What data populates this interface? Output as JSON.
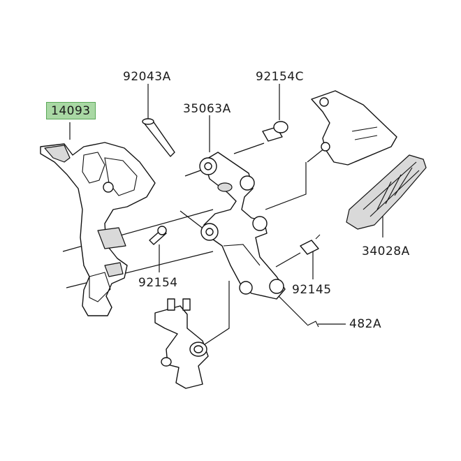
{
  "diagram": {
    "highlight_color": "#a9d8a4",
    "highlight_border": "#5aa858",
    "labels": {
      "p14093": "14093",
      "p92043A": "92043A",
      "p35063A": "35063A",
      "p92154C": "92154C",
      "p92154": "92154",
      "p34028A": "34028A",
      "p92145": "92145",
      "p482A": "482A"
    },
    "highlighted_part": "14093"
  }
}
